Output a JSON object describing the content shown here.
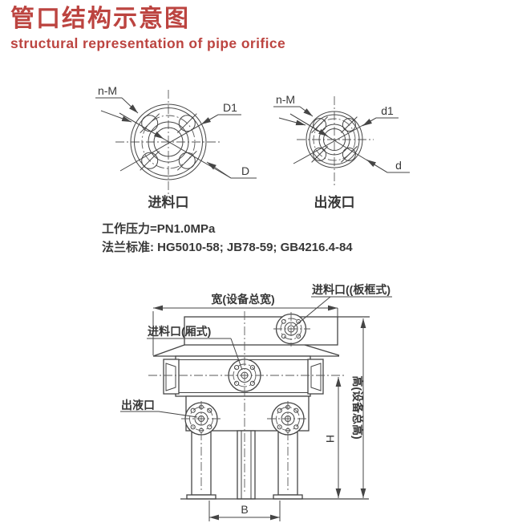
{
  "title": {
    "zh": "管口结构示意图",
    "en": "structural representation of pipe orifice"
  },
  "specs": {
    "pressure": "工作压力=PN1.0MPa",
    "standard": "法兰标准: HG5010-58; JB78-59; GB4216.4-84"
  },
  "flanges": {
    "inlet": {
      "caption": "进料口",
      "bolt_label": "n-M",
      "circle_label": "D1",
      "outer_label": "D"
    },
    "outlet": {
      "caption": "出液口",
      "bolt_label": "n-M",
      "circle_label": "d1",
      "outer_label": "d"
    }
  },
  "front_view": {
    "width_label": "宽(设备总宽)",
    "height_label": "高(设备总高)",
    "h_label": "H",
    "b_label": "B",
    "inlet_plate_label": "进料口((板框式)",
    "inlet_chamber_label": "进料口(厢式)",
    "outlet_label": "出液口"
  },
  "colors": {
    "accent": "#BC4440",
    "line": "#454545"
  }
}
